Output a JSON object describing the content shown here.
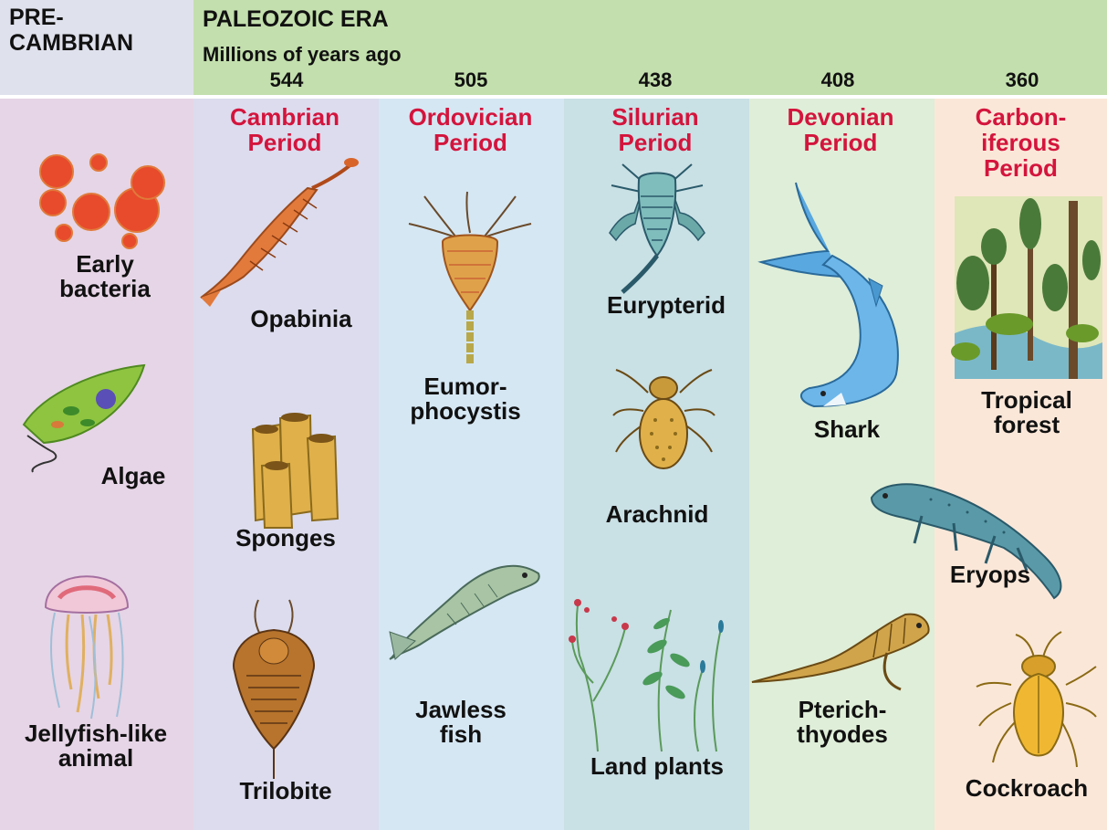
{
  "header": {
    "precambrian": "PRE-\nCAMBRIAN",
    "era": "PALEOZOIC ERA",
    "subtitle": "Millions of years ago",
    "years": [
      "544",
      "505",
      "438",
      "408",
      "360"
    ]
  },
  "periods": [
    {
      "name": "Cambrian\nPeriod"
    },
    {
      "name": "Ordovician\nPeriod"
    },
    {
      "name": "Silurian\nPeriod"
    },
    {
      "name": "Devonian\nPeriod"
    },
    {
      "name": "Carbon-\niferous\nPeriod"
    }
  ],
  "organisms": {
    "early_bacteria": "Early\nbacteria",
    "algae": "Algae",
    "jellyfish": "Jellyfish-like\nanimal",
    "opabinia": "Opabinia",
    "sponges": "Sponges",
    "trilobite": "Trilobite",
    "eumorphocystis": "Eumor-\nphocystis",
    "jawless_fish": "Jawless\nfish",
    "eurypterid": "Eurypterid",
    "arachnid": "Arachnid",
    "land_plants": "Land plants",
    "shark": "Shark",
    "pterichthyodes": "Pterich-\nthyodes",
    "tropical_forest": "Tropical\nforest",
    "eryops": "Eryops",
    "cockroach": "Cockroach"
  },
  "colors": {
    "precambrian": "#e6d5e6",
    "precambrian_header": "#dfe1ec",
    "era_header": "#c3dfad",
    "cambrian": "#dcdcee",
    "ordovician": "#d5e7f3",
    "silurian": "#c9e0e5",
    "devonian": "#dfeed8",
    "carboniferous": "#fbe7d8",
    "period_text": "#d4143c"
  }
}
